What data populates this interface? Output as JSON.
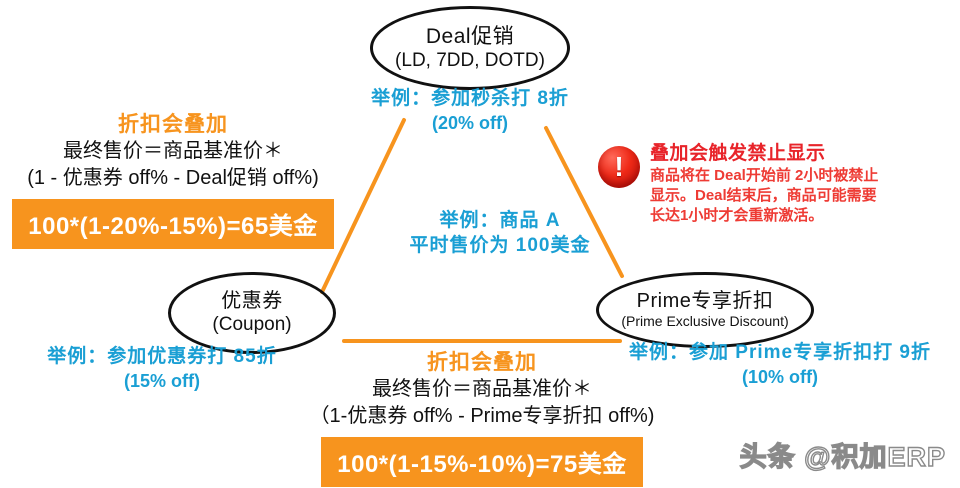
{
  "colors": {
    "orange": "#F7941E",
    "blue": "#1A9FD4",
    "red_title": "#E8242A",
    "red_body": "#EE3B34",
    "node_outline": "#111111"
  },
  "nodes": {
    "deal": {
      "cn": "Deal促销",
      "en": "(LD, 7DD, DOTD)"
    },
    "coupon": {
      "cn": "优惠券",
      "en": "(Coupon)"
    },
    "prime": {
      "cn": "Prime专享折扣",
      "en": "(Prime Exclusive Discount)"
    }
  },
  "captions": {
    "deal": {
      "line1": "举例：参加秒杀打 8折",
      "line2": "(20% off)"
    },
    "coupon": {
      "line1": "举例：参加优惠券打 85折",
      "line2": "(15% off)"
    },
    "prime": {
      "line1": "举例：参加 Prime专享折扣打 9折",
      "line2": "(10% off)"
    },
    "center": {
      "line1": "举例：商品 A",
      "line2": "平时售价为 100美金"
    }
  },
  "formulas": {
    "left": {
      "title": "折扣会叠加",
      "line1": "最终售价＝商品基准价＊",
      "line2": "(1 - 优惠券 off% - Deal促销 off%)",
      "chip": "100*(1-20%-15%)=65美金"
    },
    "bottom": {
      "title": "折扣会叠加",
      "line1": "最终售价＝商品基准价＊",
      "line2": "（1-优惠券 off% - Prime专享折扣 off%)",
      "chip": "100*(1-15%-10%)=75美金"
    }
  },
  "warning": {
    "icon": "exclamation-circle-icon",
    "title": "叠加会触发禁止显示",
    "body_line1": "商品将在 Deal开始前 2小时被禁止",
    "body_line2": "显示。Deal结束后，商品可能需要",
    "body_line3": "长达1小时才会重新激活。"
  },
  "watermark": {
    "text": "头条 @积加ERP"
  }
}
